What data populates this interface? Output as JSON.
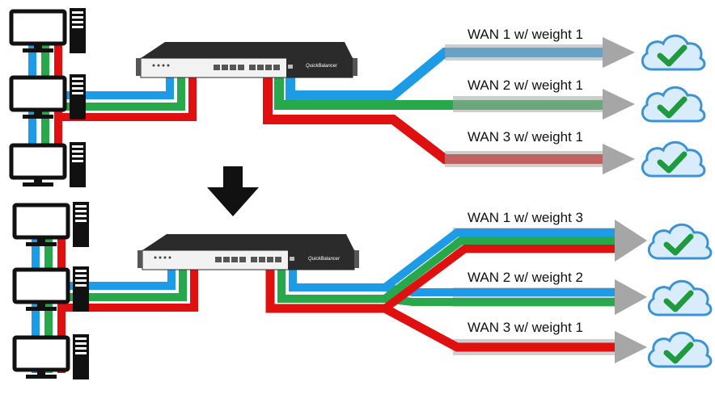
{
  "colors": {
    "blue": "#1e9be6",
    "green": "#27a84a",
    "red": "#e01010",
    "gray": "#a6a6a6",
    "cloud_fill": "#d8ecfb",
    "cloud_stroke": "#3b93d6",
    "check": "#1f9a3c",
    "router_body": "#2b2b2b",
    "arrow_down": "#111111"
  },
  "icons": {
    "pc": "desktop-computer-icon",
    "router": "load-balancer-router-icon",
    "cloud": "cloud-check-icon",
    "arrow": "down-arrow-icon"
  },
  "router": {
    "brand": "QuickBalancer"
  },
  "scenarios": [
    {
      "wans": [
        {
          "label": "WAN 1 w/ weight 1",
          "flows": [
            "blue"
          ]
        },
        {
          "label": "WAN 2 w/ weight 1",
          "flows": [
            "green"
          ]
        },
        {
          "label": "WAN 3 w/ weight 1",
          "flows": [
            "red"
          ]
        }
      ]
    },
    {
      "wans": [
        {
          "label": "WAN 1 w/ weight 3",
          "flows": [
            "blue",
            "green",
            "red"
          ]
        },
        {
          "label": "WAN 2 w/ weight 2",
          "flows": [
            "blue",
            "green"
          ]
        },
        {
          "label": "WAN 3 w/ weight 1",
          "flows": [
            "red"
          ]
        }
      ]
    }
  ]
}
